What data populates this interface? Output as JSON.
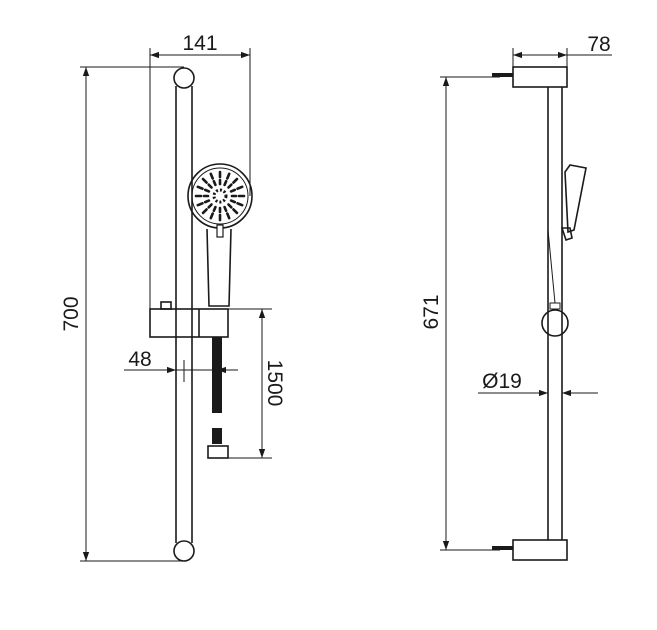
{
  "dimensions": {
    "head_width": "141",
    "rail_height": "700",
    "rail_offset": "48",
    "hose_length": "1500",
    "bracket_depth": "78",
    "fixing_distance": "671",
    "rail_diameter": "Ø19"
  },
  "colors": {
    "line": "#1a1a1a",
    "background": "#ffffff"
  }
}
